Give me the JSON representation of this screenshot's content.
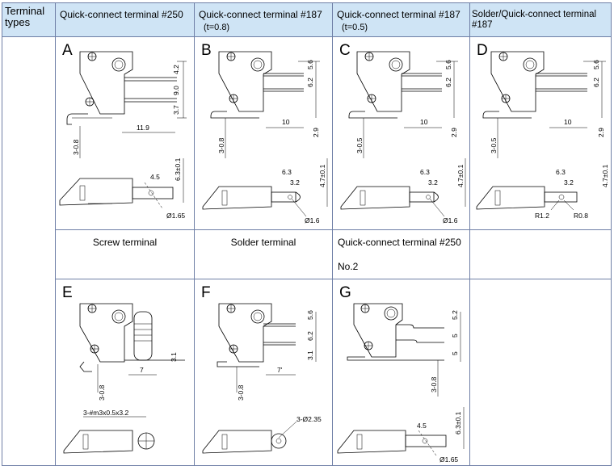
{
  "header": {
    "terminal_types": "Terminal types",
    "col_a": "Quick-connect terminal #250",
    "col_b": "Quick-connect terminal #187",
    "col_b_sub": "(t=0.8)",
    "col_c": "Quick-connect terminal #187",
    "col_c_sub": "(t=0.5)",
    "col_d": "Solder/Quick-connect terminal #187"
  },
  "drawings": {
    "a": {
      "letter": "A",
      "d1": "4.2",
      "d2": "9.0",
      "d3": "3.7",
      "d4": "11.9",
      "d5": "3-0.8",
      "d6": "4.5",
      "d7": "6.3±0.1",
      "d8": "Ø1.65"
    },
    "b": {
      "letter": "B",
      "d1": "5.6",
      "d2": "6.2",
      "d3": "10",
      "d4": "2.9",
      "d5": "3-0.8",
      "d6": "6.3",
      "d7": "3.2",
      "d8": "4.7±0.1",
      "d9": "Ø1.6"
    },
    "c": {
      "letter": "C",
      "d1": "5.6",
      "d2": "6.2",
      "d3": "10",
      "d4": "2.9",
      "d5": "3-0.5",
      "d6": "6.3",
      "d7": "3.2",
      "d8": "4.7±0.1",
      "d9": "Ø1.6"
    },
    "d": {
      "letter": "D",
      "d1": "5.6",
      "d2": "6.2",
      "d3": "10",
      "d4": "2.9",
      "d5": "3-0.5",
      "d6": "6.3",
      "d7": "3.2",
      "d8": "4.7±0.1",
      "d9": "R1.2",
      "d10": "R0.8"
    },
    "e": {
      "letter": "E",
      "d1": "3.1",
      "d2": "7",
      "d3": "3-0.8",
      "d4": "3-#m3x0.5x3.2"
    },
    "f": {
      "letter": "F",
      "d1": "5.6",
      "d2": "6.2",
      "d3": "3.1",
      "d4": "7'",
      "d5": "3-0.8",
      "d6": "3-Ø2.35"
    },
    "g": {
      "letter": "G",
      "d1": "5.2",
      "d2": "5",
      "d3": "5",
      "d4": "3-0.8",
      "d5": "4.5",
      "d6": "6.3±0.1",
      "d7": "Ø1.65"
    }
  },
  "labels": {
    "screw": "Screw terminal",
    "solder": "Solder terminal",
    "qc250no2": "Quick-connect terminal #250 No.2"
  }
}
